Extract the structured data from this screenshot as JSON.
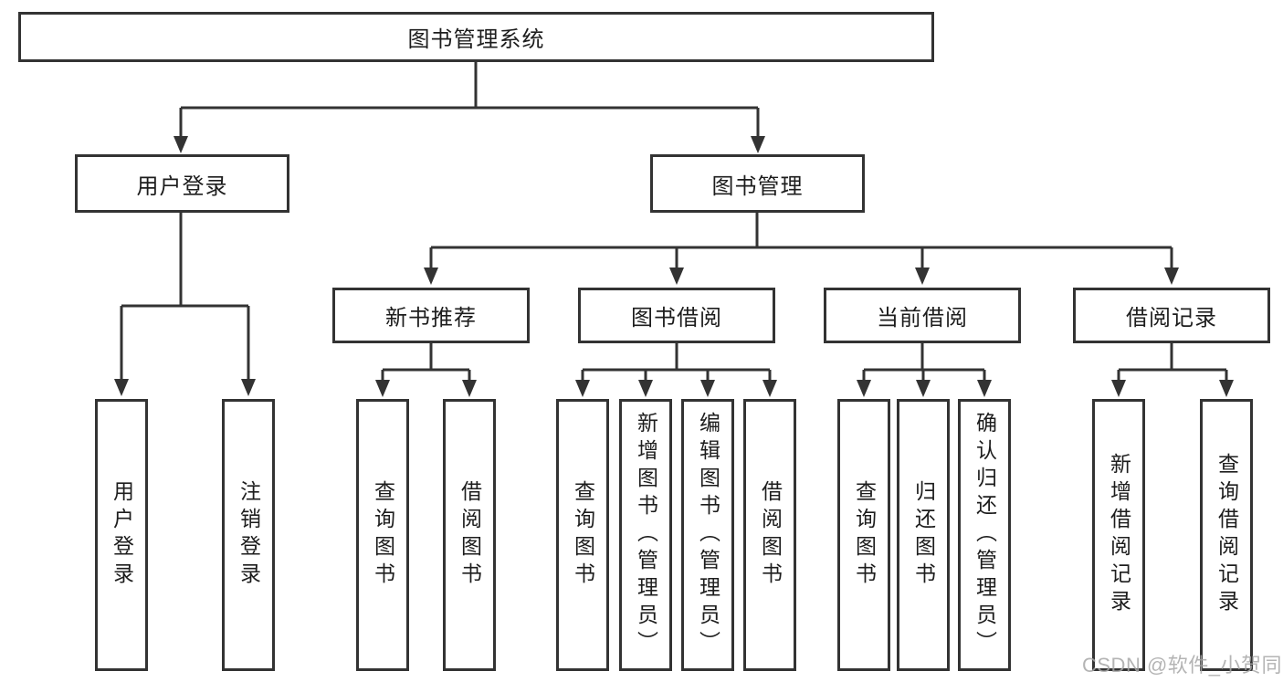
{
  "title": "图书管理系统",
  "colors": {
    "line": "#333333",
    "text": "#1d1d1d",
    "background": "#ffffff",
    "watermark": "#a8a8a8"
  },
  "watermark": "CSDN @软件_小贺同学",
  "tree": {
    "label": "图书管理系统",
    "children": [
      {
        "label": "用户登录",
        "children": [
          {
            "label": "用户登录"
          },
          {
            "label": "注销登录"
          }
        ]
      },
      {
        "label": "图书管理",
        "children": [
          {
            "label": "新书推荐",
            "children": [
              {
                "label": "查询图书"
              },
              {
                "label": "借阅图书"
              }
            ]
          },
          {
            "label": "图书借阅",
            "children": [
              {
                "label": "查询图书"
              },
              {
                "label": "新增图书（管理员）"
              },
              {
                "label": "编辑图书（管理员）"
              },
              {
                "label": "借阅图书"
              }
            ]
          },
          {
            "label": "当前借阅",
            "children": [
              {
                "label": "查询图书"
              },
              {
                "label": "归还图书"
              },
              {
                "label": "确认归还（管理员）"
              }
            ]
          },
          {
            "label": "借阅记录",
            "children": [
              {
                "label": "新增借阅记录"
              },
              {
                "label": "查询借阅记录"
              }
            ]
          }
        ]
      }
    ]
  }
}
